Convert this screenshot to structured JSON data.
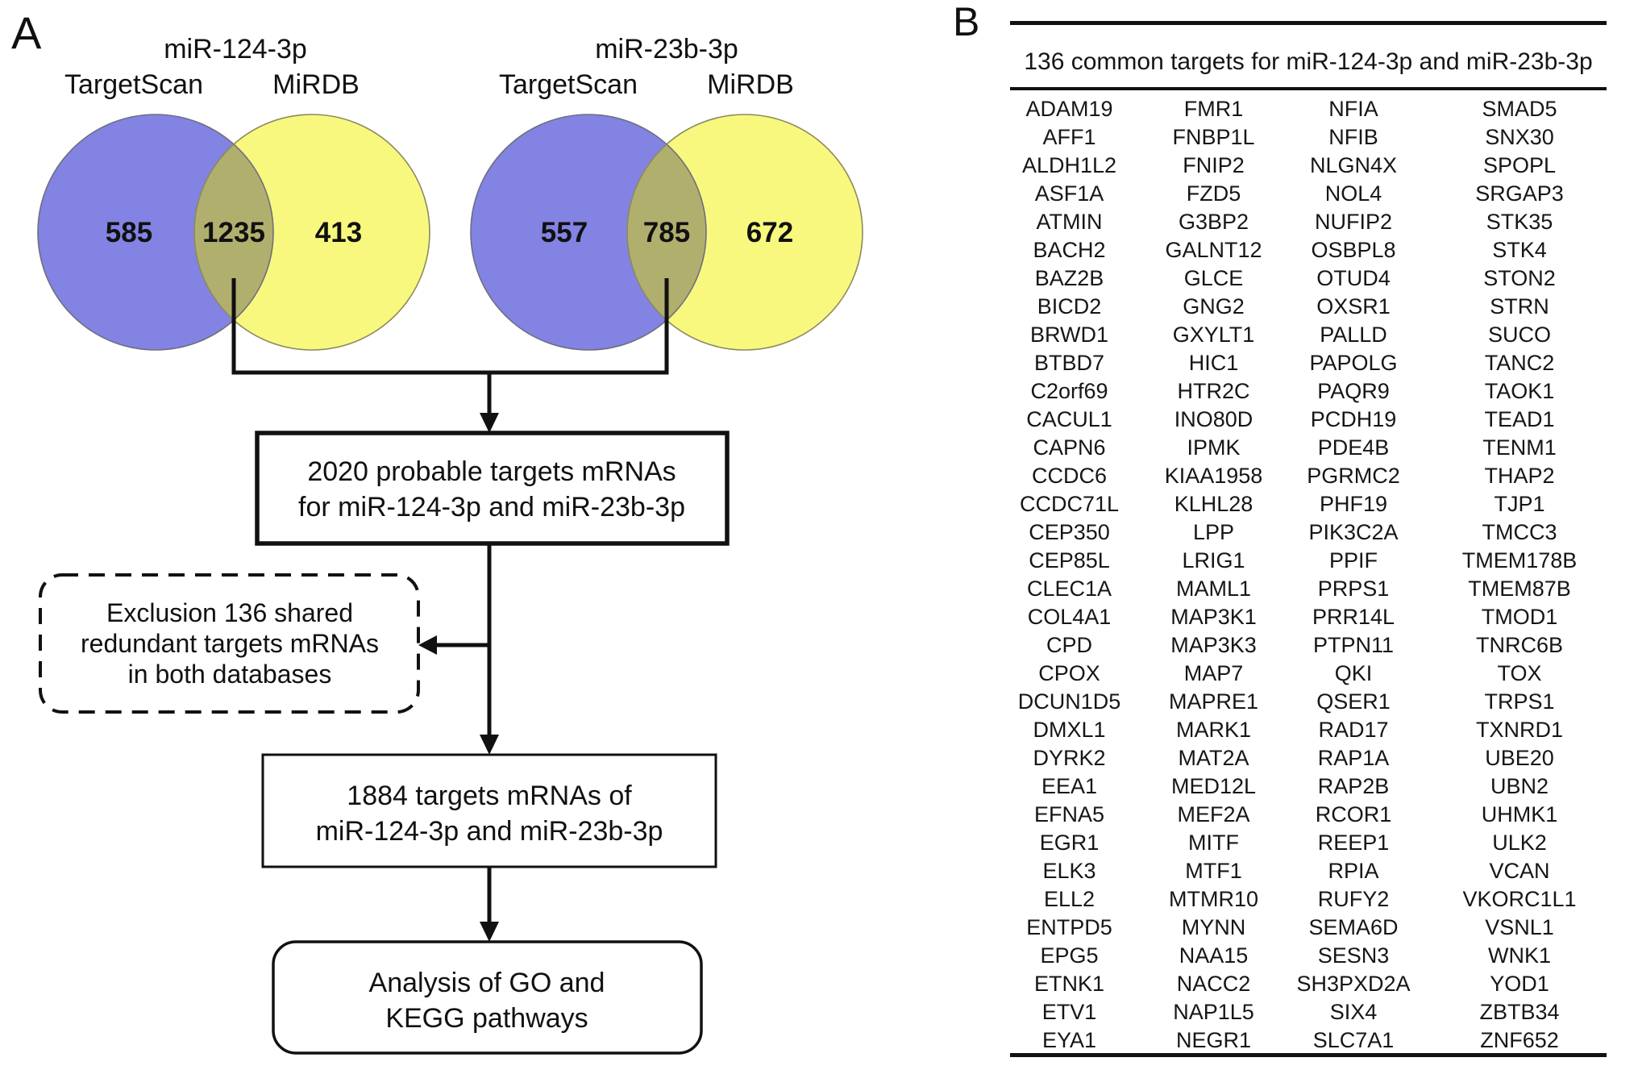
{
  "panelA": {
    "label": "A",
    "venn1": {
      "title": "miR-124-3p",
      "left_db": "TargetScan",
      "right_db": "MiRDB",
      "left_only": "585",
      "overlap": "1235",
      "right_only": "413"
    },
    "venn2": {
      "title": "miR-23b-3p",
      "left_db": "TargetScan",
      "right_db": "MiRDB",
      "left_only": "557",
      "overlap": "785",
      "right_only": "672"
    },
    "flow": {
      "box1_line1": "2020 probable targets mRNAs",
      "box1_line2": "for miR-124-3p and miR-23b-3p",
      "exclusion_line1": "Exclusion 136 shared",
      "exclusion_line2": "redundant targets mRNAs",
      "exclusion_line3": "in both databases",
      "box2_line1": "1884 targets mRNAs of",
      "box2_line2": "miR-124-3p and miR-23b-3p",
      "box3_line1": "Analysis of GO and",
      "box3_line2": "KEGG pathways"
    },
    "colors": {
      "targetscan_label": "#3333dd",
      "mirdb_label": "#3f7d3f",
      "blue_circle": "#8283e3",
      "yellow_circle": "#f8f87e",
      "overlap_region": "#b1af6e",
      "line": "#111111"
    }
  },
  "panelB": {
    "label": "B",
    "title": "136 common targets for miR-124-3p and miR-23b-3p",
    "genes": [
      "ADAM19",
      "FMR1",
      "NFIA",
      "SMAD5",
      "AFF1",
      "FNBP1L",
      "NFIB",
      "SNX30",
      "ALDH1L2",
      "FNIP2",
      "NLGN4X",
      "SPOPL",
      "ASF1A",
      "FZD5",
      "NOL4",
      "SRGAP3",
      "ATMIN",
      "G3BP2",
      "NUFIP2",
      "STK35",
      "BACH2",
      "GALNT12",
      "OSBPL8",
      "STK4",
      "BAZ2B",
      "GLCE",
      "OTUD4",
      "STON2",
      "BICD2",
      "GNG2",
      "OXSR1",
      "STRN",
      "BRWD1",
      "GXYLT1",
      "PALLD",
      "SUCO",
      "BTBD7",
      "HIC1",
      "PAPOLG",
      "TANC2",
      "C2orf69",
      "HTR2C",
      "PAQR9",
      "TAOK1",
      "CACUL1",
      "INO80D",
      "PCDH19",
      "TEAD1",
      "CAPN6",
      "IPMK",
      "PDE4B",
      "TENM1",
      "CCDC6",
      "KIAA1958",
      "PGRMC2",
      "THAP2",
      "CCDC71L",
      "KLHL28",
      "PHF19",
      "TJP1",
      "CEP350",
      "LPP",
      "PIK3C2A",
      "TMCC3",
      "CEP85L",
      "LRIG1",
      "PPIF",
      "TMEM178B",
      "CLEC1A",
      "MAML1",
      "PRPS1",
      "TMEM87B",
      "COL4A1",
      "MAP3K1",
      "PRR14L",
      "TMOD1",
      "CPD",
      "MAP3K3",
      "PTPN11",
      "TNRC6B",
      "CPOX",
      "MAP7",
      "QKI",
      "TOX",
      "DCUN1D5",
      "MAPRE1",
      "QSER1",
      "TRPS1",
      "DMXL1",
      "MARK1",
      "RAD17",
      "TXNRD1",
      "DYRK2",
      "MAT2A",
      "RAP1A",
      "UBE20",
      "EEA1",
      "MED12L",
      "RAP2B",
      "UBN2",
      "EFNA5",
      "MEF2A",
      "RCOR1",
      "UHMK1",
      "EGR1",
      "MITF",
      "REEP1",
      "ULK2",
      "ELK3",
      "MTF1",
      "RPIA",
      "VCAN",
      "ELL2",
      "MTMR10",
      "RUFY2",
      "VKORC1L1",
      "ENTPD5",
      "MYNN",
      "SEMA6D",
      "VSNL1",
      "EPG5",
      "NAA15",
      "SESN3",
      "WNK1",
      "ETNK1",
      "NACC2",
      "SH3PXD2A",
      "YOD1",
      "ETV1",
      "NAP1L5",
      "SIX4",
      "ZBTB34",
      "EYA1",
      "NEGR1",
      "SLC7A1",
      "ZNF652"
    ]
  }
}
